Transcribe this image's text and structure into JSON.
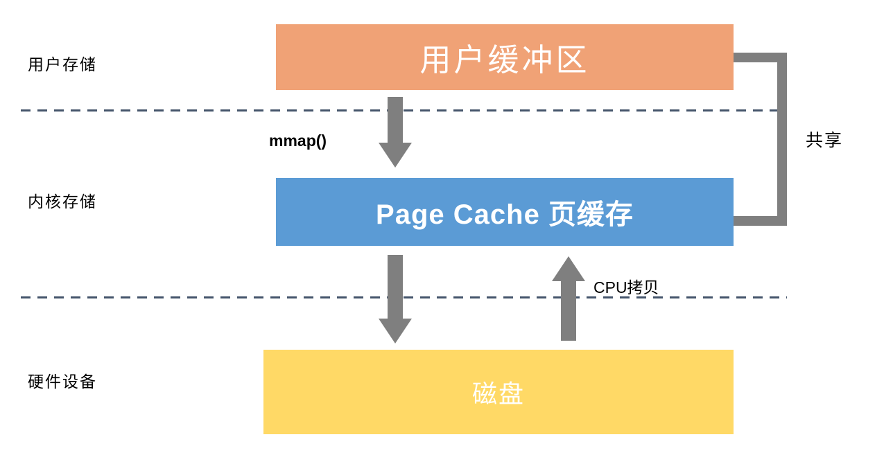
{
  "layer_labels": {
    "user": "用户存储",
    "kernel": "内核存储",
    "hardware": "硬件设备"
  },
  "boxes": {
    "user_buffer": "用户缓冲区",
    "page_cache": "Page Cache 页缓存",
    "disk": "磁盘"
  },
  "annotations": {
    "mmap": "mmap()",
    "cpu_copy": "CPU拷贝",
    "shared": "共享"
  },
  "colors": {
    "user_buffer_box": "#F0A276",
    "page_cache_box": "#5B9BD5",
    "disk_box": "#FFD966",
    "arrow": "#7F7F7F",
    "bracket": "#7F7F7F",
    "dashed_line": "#44546A",
    "box_text": "#FFFFFF",
    "label_text": "#000000"
  }
}
